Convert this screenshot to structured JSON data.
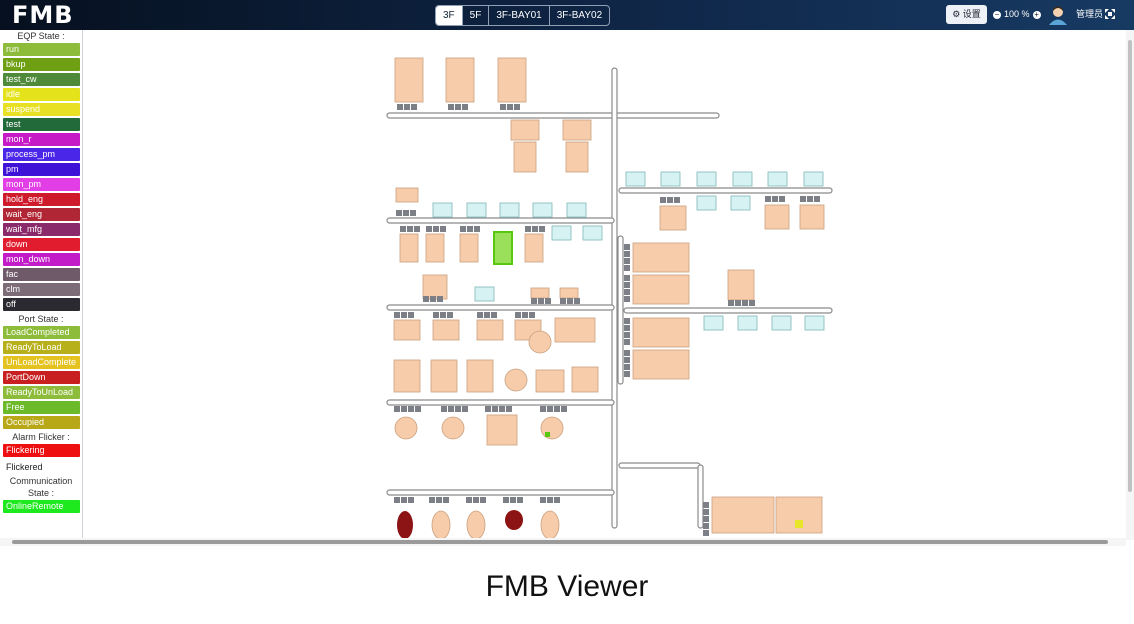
{
  "app": {
    "logo": "FMB",
    "caption": "FMB Viewer"
  },
  "tabs": [
    "3F",
    "5F",
    "3F-BAY01",
    "3F-BAY02"
  ],
  "header": {
    "settings_label": "设置",
    "zoom_label": "100 %",
    "user_label": "管理员"
  },
  "legend": {
    "eqp_title": "EQP State :",
    "eqp": [
      {
        "label": "run",
        "color": "#8dbb3a"
      },
      {
        "label": "bkup",
        "color": "#6f9f12"
      },
      {
        "label": "test_cw",
        "color": "#4f8a3a"
      },
      {
        "label": "idle",
        "color": "#e4e21a"
      },
      {
        "label": "suspend",
        "color": "#e8e024"
      },
      {
        "label": "test",
        "color": "#236a3a"
      },
      {
        "label": "mon_r",
        "color": "#c71ac7"
      },
      {
        "label": "process_pm",
        "color": "#4a26e8"
      },
      {
        "label": "pm",
        "color": "#3f12d8"
      },
      {
        "label": "mon_pm",
        "color": "#e23ee6"
      },
      {
        "label": "hold_eng",
        "color": "#cf1a2c"
      },
      {
        "label": "wait_eng",
        "color": "#b02634"
      },
      {
        "label": "wait_mfg",
        "color": "#8a2a6a"
      },
      {
        "label": "down",
        "color": "#e01c2e"
      },
      {
        "label": "mon_down",
        "color": "#c21cc9"
      },
      {
        "label": "fac",
        "color": "#6f5a6a"
      },
      {
        "label": "clm",
        "color": "#7b6c78"
      },
      {
        "label": "off",
        "color": "#2a2a30"
      }
    ],
    "port_title": "Port State :",
    "port": [
      {
        "label": "LoadCompleted",
        "color": "#8dbb3a"
      },
      {
        "label": "ReadyToLoad",
        "color": "#b8b01a"
      },
      {
        "label": "UnLoadComplete",
        "color": "#e4c220"
      },
      {
        "label": "PortDown",
        "color": "#c82020"
      },
      {
        "label": "ReadyToUnLoad",
        "color": "#8dbb3a"
      },
      {
        "label": "Free",
        "color": "#6cba2a"
      },
      {
        "label": "Occupied",
        "color": "#b8a818"
      }
    ],
    "alarm_title": "Alarm Flicker :",
    "alarm": [
      {
        "label": "Flickering",
        "color": "#ee1010"
      },
      {
        "label": "Flickered",
        "color": ""
      }
    ],
    "comm_title_1": "Communication",
    "comm_title_2": "State :",
    "comm": [
      {
        "label": "OnlineRemote",
        "color": "#1ee81e"
      }
    ]
  },
  "colors": {
    "equipment": "#f7ccaa",
    "equipment_stroke": "#c9a07e",
    "stocker": "#d6f2f2",
    "port": "#7d7f86",
    "rail": "#8b8b8b",
    "running": "#9be05a",
    "alarm": "#8c1414",
    "running_border": "#56c80e",
    "idle": "#e8e62a"
  }
}
